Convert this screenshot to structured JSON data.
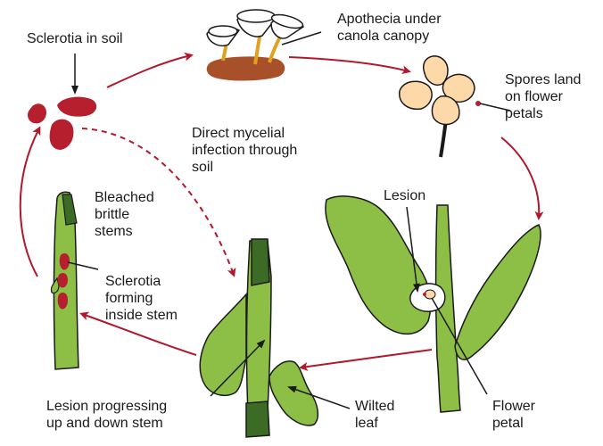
{
  "labels": {
    "sclerotia_in_soil": "Sclerotia in soil",
    "apothecia": "Apothecia under\ncanola canopy",
    "spores": "Spores land\non flower\npetals",
    "direct_mycelial": "Direct mycelial\ninfection through\nsoil",
    "lesion": "Lesion",
    "bleached": "Bleached\nbrittle\nstems",
    "sclerotia_forming": "Sclerotia\nforming\ninside stem",
    "lesion_progressing": "Lesion progressing\nup and down stem",
    "wilted_leaf": "Wilted\nleaf",
    "flower_petal": "Flower\npetal"
  },
  "colors": {
    "cycle_arrow": "#b2182b",
    "sclerotia": "#b51f2e",
    "leaf_green": "#8dbf47",
    "dark_green": "#3c6b26",
    "soil": "#a8502a",
    "apothecia_stalk": "#e0a020",
    "petal": "#fdd8a8",
    "outline": "#1a1a1a"
  }
}
